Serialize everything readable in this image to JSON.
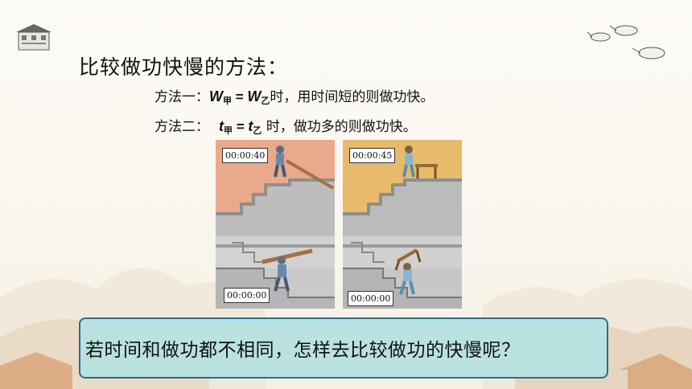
{
  "slide": {
    "title": "比较做功快慢的方法：",
    "method1": {
      "label": "方法一：",
      "w": "W",
      "sub_a": "甲",
      "eq": " = ",
      "sub_b": "乙",
      "tail": "时，用时间短的则做功快。"
    },
    "method2": {
      "label": "方法二：",
      "t": "t",
      "sub_a": "甲",
      "eq": " = ",
      "sub_b": "乙",
      "tail": " 时，做功多的则做功快。"
    },
    "figure_left": {
      "timer_top": "00:00:40",
      "timer_bottom": "00:00:00"
    },
    "figure_right": {
      "timer_top": "00:00:45",
      "timer_bottom": "00:00:00"
    },
    "question": "若时间和做功都不相同，怎样去比较做功的快慢呢？"
  },
  "colors": {
    "panel_left_top": "#e9a98a",
    "panel_right_top": "#e8bb6a",
    "question_bg": "#b9e2e0",
    "question_border": "#2e6d8e"
  }
}
